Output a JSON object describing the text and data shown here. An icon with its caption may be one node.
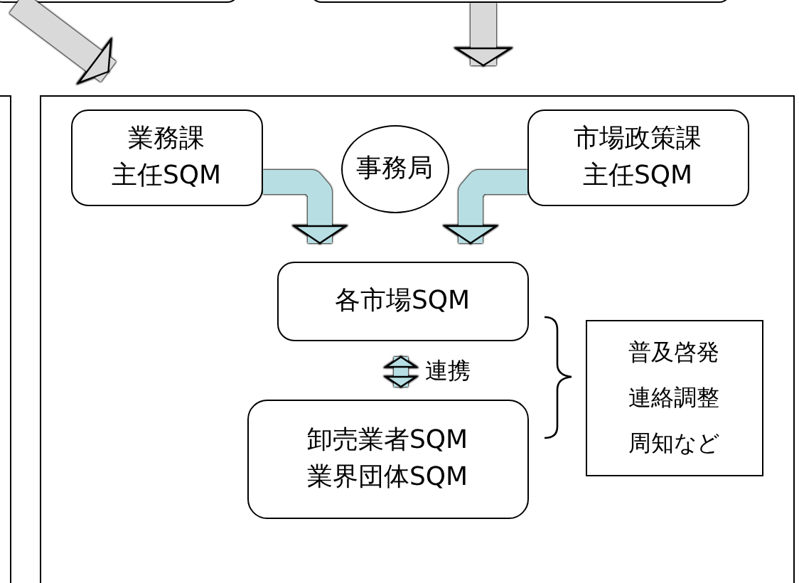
{
  "diagram": {
    "nodes": [
      {
        "text": [],
        "shape": "box"
      },
      {
        "text": [],
        "shape": "box"
      },
      {
        "text": [],
        "shape": "box"
      },
      {
        "text": [],
        "shape": "box"
      },
      {
        "text": [
          "業務課",
          "主任SQM"
        ],
        "in": 3
      },
      {
        "text": [
          "事務局"
        ],
        "in": 3
      },
      {
        "text": [
          "市場政策課",
          "主任SQM"
        ],
        "in": 3
      },
      {
        "text": [
          "各市場SQM"
        ],
        "in": 3
      },
      {
        "text": [
          "卸売業者SQM",
          "業界団体SQM"
        ],
        "in": 3
      },
      {
        "text": [
          "普及啓発",
          "連絡調整",
          "周知など"
        ],
        "in": 3
      }
    ],
    "edges": [
      {
        "from": 0,
        "to": 3,
        "arrow": "to",
        "color": "#d9d9d9"
      },
      {
        "from": 1,
        "to": 3,
        "arrow": "to",
        "color": "#d9d9d9"
      },
      {
        "from": 4,
        "to": 7,
        "arrow": "to"
      },
      {
        "from": 6,
        "to": 7,
        "arrow": "to"
      },
      {
        "from": 7,
        "to": 8,
        "arrow": "both",
        "label": "連携"
      }
    ]
  }
}
